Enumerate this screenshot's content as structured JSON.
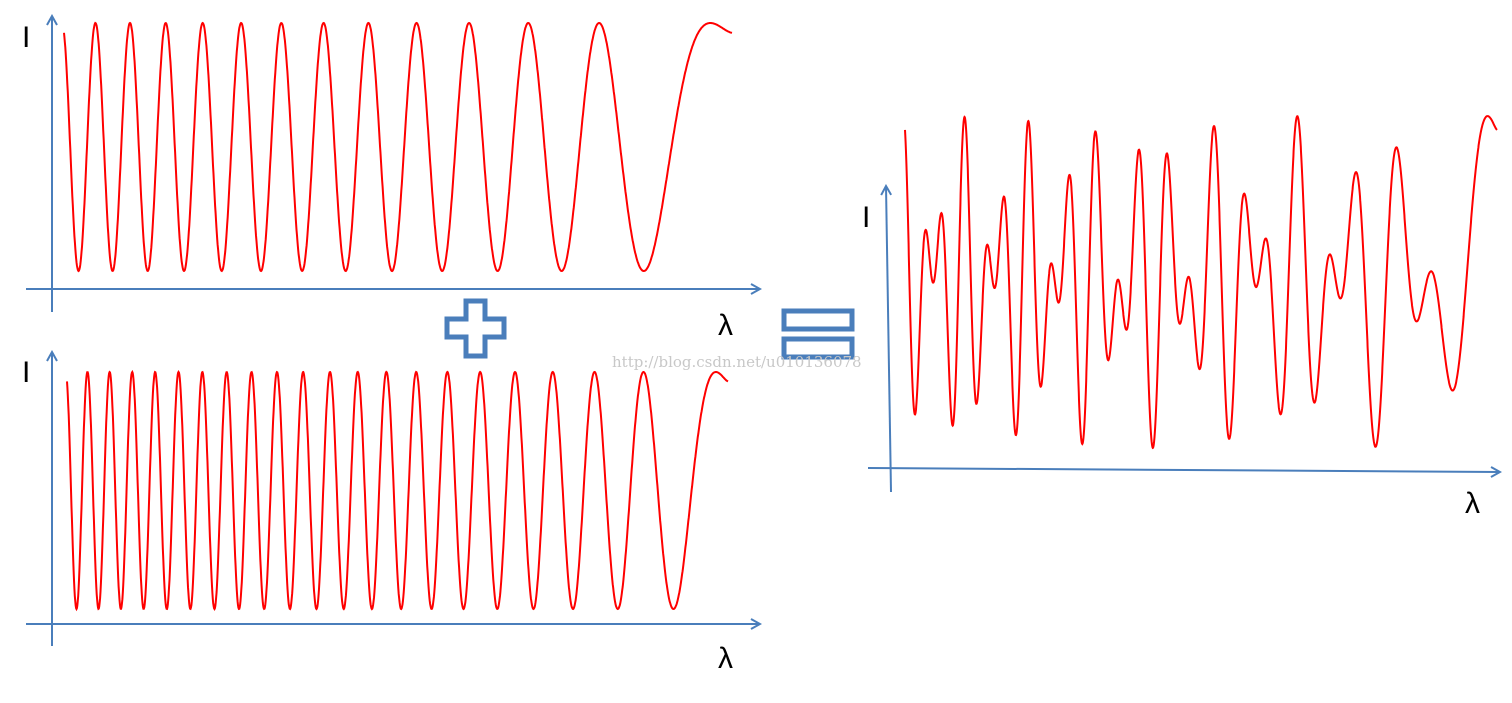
{
  "colors": {
    "axis": "#4a7ebb",
    "wave": "#ff0000",
    "operator_outline": "#4a7ebb",
    "watermark": "#c8c8c8"
  },
  "operators": {
    "plus": "plus-sign",
    "equals": "equals-sign"
  },
  "watermark": "http://blog.csdn.net/u010136078",
  "panels": {
    "top_left": {
      "y_label": "I",
      "x_label": "λ",
      "signal": "single cosine fringe, period increasing with λ",
      "peaks": 13
    },
    "bottom_left": {
      "y_label": "I",
      "x_label": "λ",
      "signal": "single cosine fringe, higher fringe frequency, period increasing with λ",
      "peaks": 21
    },
    "right_sum": {
      "y_label": "I",
      "x_label": "λ",
      "signal": "sum of the two fringe patterns (beat pattern)"
    }
  }
}
